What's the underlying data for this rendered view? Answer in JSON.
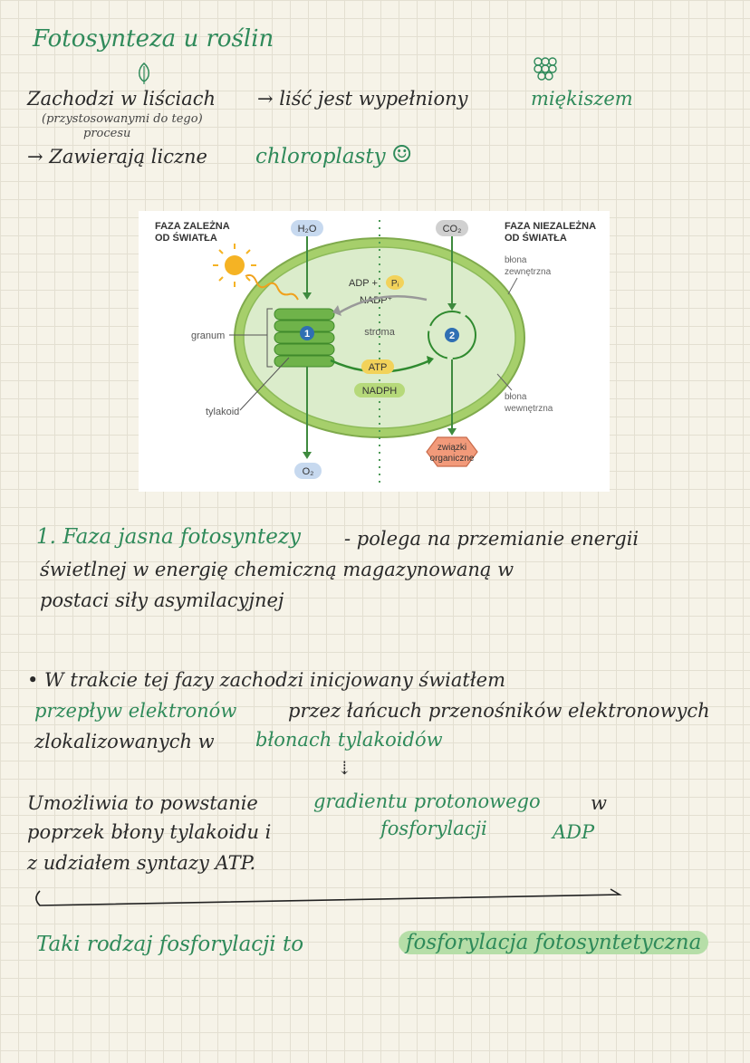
{
  "title": "Fotosynteza u roślin",
  "intro": {
    "line1_a": "Zachodzi w liściach",
    "line1_b": "→ liść jest wypełniony",
    "line1_c": "miękiszem",
    "line1_sub": "(przystosowanymi do tego)",
    "line1_sub2": "procesu",
    "line2_a": "→ Zawierają liczne",
    "line2_b": "chloroplasty",
    "smiley": "☺"
  },
  "diagram": {
    "label_light_phase_1": "FAZA ZALEŻNA",
    "label_light_phase_2": "OD ŚWIATŁA",
    "label_dark_phase_1": "FAZA NIEZALEŻNA",
    "label_dark_phase_2": "OD ŚWIATŁA",
    "h2o": "H₂O",
    "co2": "CO₂",
    "o2": "O₂",
    "adp": "ADP +",
    "pi": "Pᵢ",
    "nadp": "NADP⁺",
    "stroma": "stroma",
    "atp": "ATP",
    "nadph": "NADPH",
    "granum": "granum",
    "tylakoid": "tylakoid",
    "outer_membrane_1": "błona",
    "outer_membrane_2": "zewnętrzna",
    "inner_membrane_1": "błona",
    "inner_membrane_2": "wewnętrzna",
    "organic_1": "związki",
    "organic_2": "organiczne",
    "num1": "1",
    "num2": "2"
  },
  "section1": {
    "heading": "1. Faza jasna fotosyntezy",
    "text1": "- polega na przemianie energii",
    "text2": "świetlnej w energię chemiczną magazynowaną w",
    "text3": "postaci siły asymilacyjnej"
  },
  "section2": {
    "line1": "• W trakcie tej fazy zachodzi inicjowany światłem",
    "line2_a": "przepływ elektronów",
    "line2_b": "przez łańcuch przenośników elektronowych",
    "line3_a": "zlokalizowanych w",
    "line3_b": "błonach tylakoidów",
    "arrow": "⇣"
  },
  "section3": {
    "line1_a": "Umożliwia to powstanie",
    "line1_b": "gradientu protonowego",
    "line1_c": "w",
    "line2_a": "poprzek błony tylakoidu i",
    "line2_b": "fosforylacji",
    "line2_c": "ADP",
    "line3": "z udziałem syntazy ATP."
  },
  "conclusion": {
    "a": "Taki rodzaj fosforylacji to",
    "b": "fosforylacja fotosyntetyczna"
  }
}
